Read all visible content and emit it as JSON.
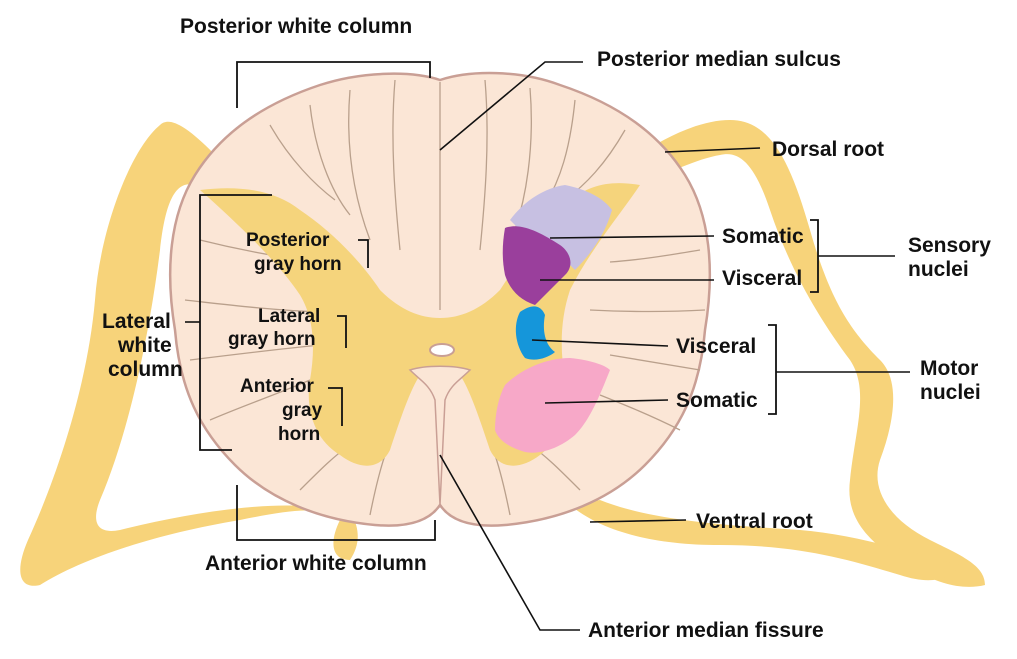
{
  "colors": {
    "nerve_root": "#f7d37a",
    "white_matter": "#fbe6d6",
    "gray_matter": "#f5d47c",
    "outline": "#c99f95",
    "somatic_sensory": "#c7c0e2",
    "visceral_sensory": "#9a3f9c",
    "visceral_motor": "#1596da",
    "somatic_motor": "#f7a8c8"
  },
  "labels": {
    "posterior_white_column": "Posterior white column",
    "posterior_median_sulcus": "Posterior median sulcus",
    "dorsal_root": "Dorsal root",
    "somatic_sensory": "Somatic",
    "visceral_sensory": "Visceral",
    "sensory_nuclei_line1": "Sensory",
    "sensory_nuclei_line2": "nuclei",
    "visceral_motor": "Visceral",
    "somatic_motor": "Somatic",
    "motor_nuclei_line1": "Motor",
    "motor_nuclei_line2": "nuclei",
    "ventral_root": "Ventral root",
    "anterior_median_fissure": "Anterior median fissure",
    "anterior_white_column": "Anterior white column",
    "lateral_white_column_line1": "Lateral",
    "lateral_white_column_line2": "white",
    "lateral_white_column_line3": "column",
    "posterior_gray_horn_line1": "Posterior",
    "posterior_gray_horn_line2": "gray horn",
    "lateral_gray_horn_line1": "Lateral",
    "lateral_gray_horn_line2": "gray horn",
    "anterior_gray_horn_line1": "Anterior",
    "anterior_gray_horn_line2": "gray",
    "anterior_gray_horn_line3": "horn"
  }
}
